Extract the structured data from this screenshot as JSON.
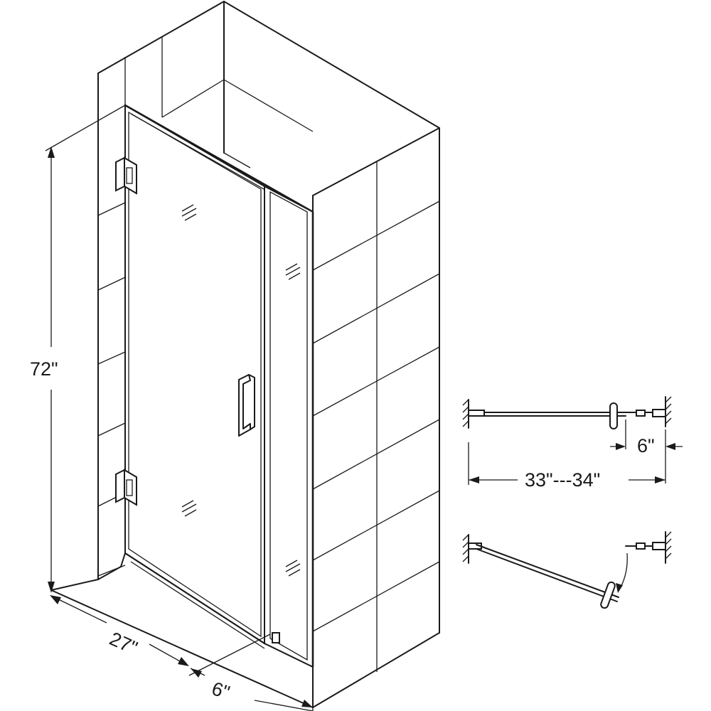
{
  "dimensions": {
    "height_label": "72\"",
    "width_label": "27\"",
    "panel_label": "6\"",
    "detail_panel_label": "6\"",
    "detail_span_label": "33\"---34\""
  },
  "colors": {
    "line": "#1a1a1a",
    "background": "#ffffff"
  }
}
